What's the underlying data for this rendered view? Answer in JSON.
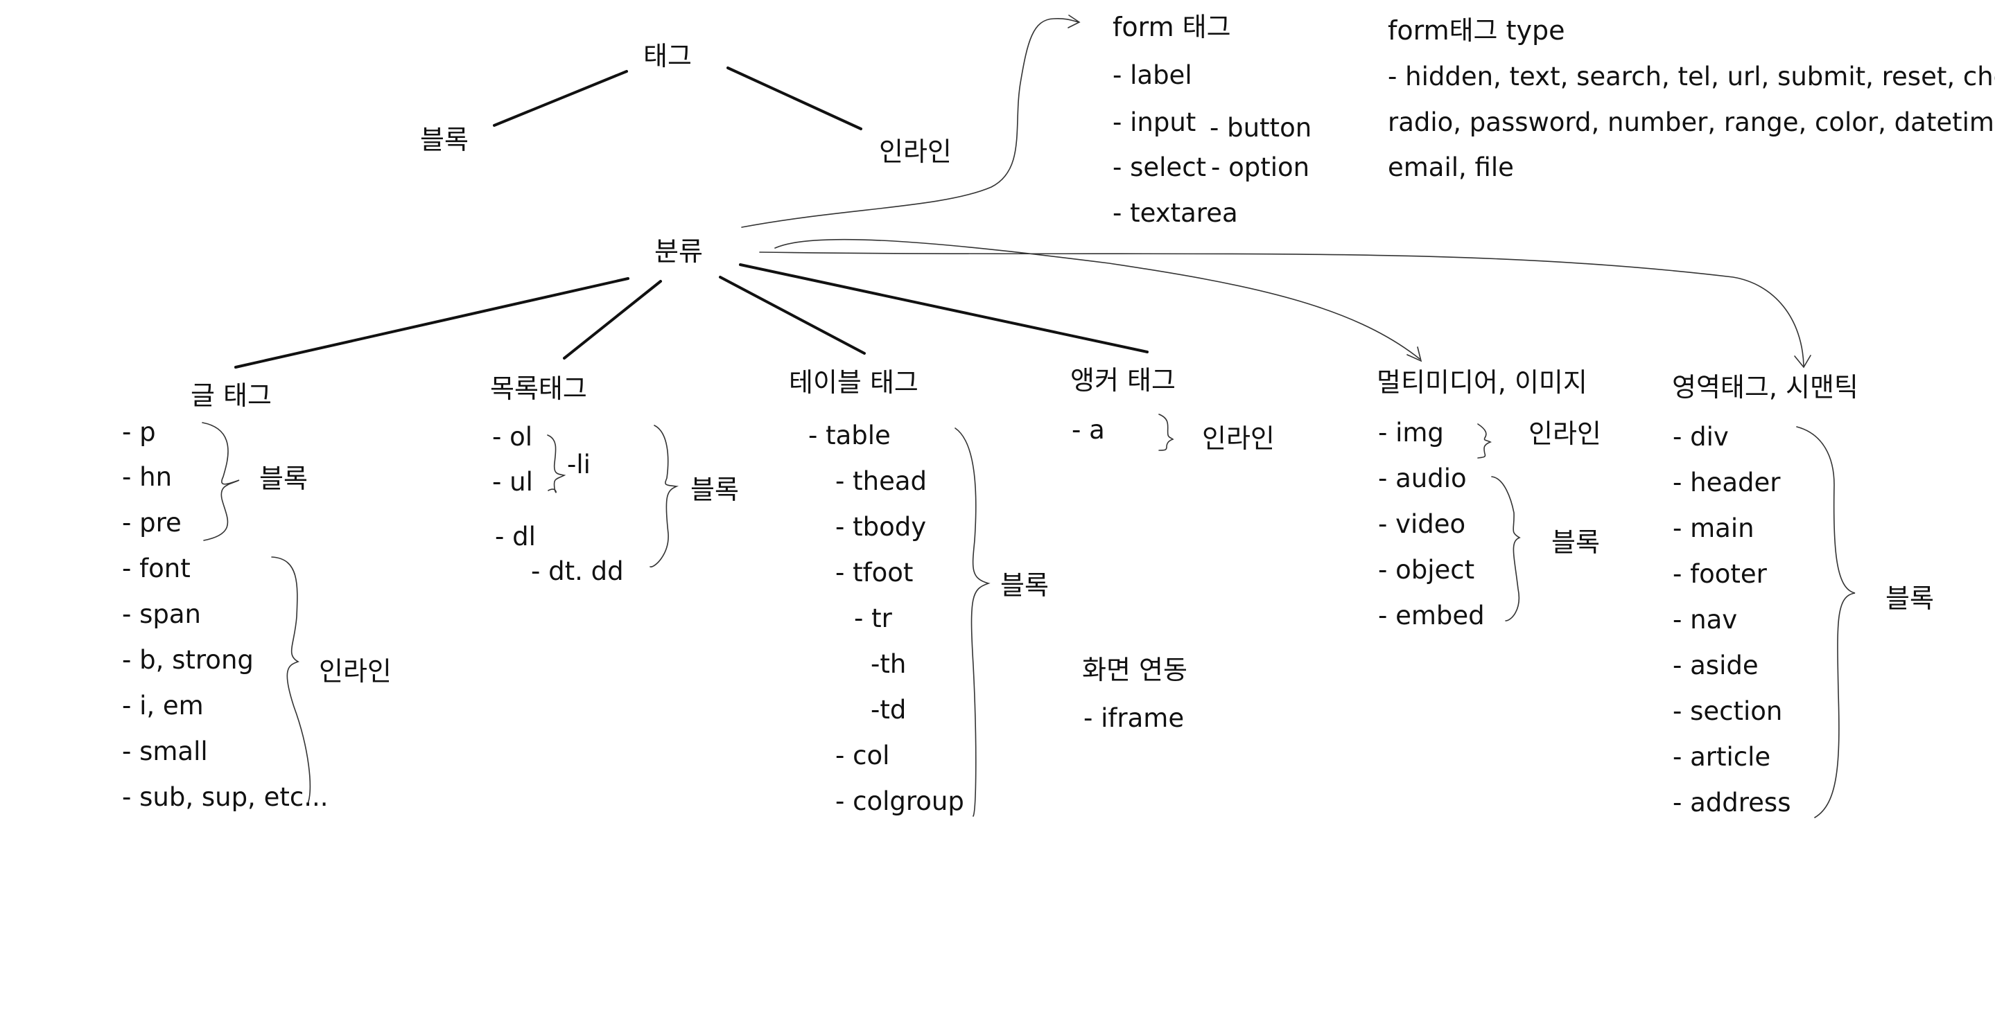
{
  "root": {
    "label": "태그",
    "left": "블록",
    "right": "인라인"
  },
  "classification": "분류",
  "form": {
    "title": "form 태그",
    "items": [
      "- label",
      "- input",
      "- select",
      "- textarea"
    ],
    "button": "- button",
    "option": "- option"
  },
  "form_type": {
    "title": "form태그 type",
    "lines": [
      "- hidden, text, search, tel, url, submit, reset, check,",
      "radio, password, number, range, color, datetime,",
      "email, file"
    ]
  },
  "text_tags": {
    "title": "글 태그",
    "items": [
      "- p",
      "- hn",
      "- pre",
      "- font",
      "- span",
      "- b, strong",
      "- i, em",
      "- small",
      "- sub, sup, etc..."
    ],
    "block": "블록",
    "inline": "인라인"
  },
  "list_tags": {
    "title": "목록태그",
    "ol": "- ol",
    "ul": "- ul",
    "li": "-li",
    "dl": "- dl",
    "dtdd": "- dt. dd",
    "block": "블록"
  },
  "table_tags": {
    "title": "테이블 태그",
    "items": [
      "- table",
      "- thead",
      "- tbody",
      "- tfoot",
      "- tr",
      "-th",
      "-td",
      "- col",
      "- colgroup"
    ],
    "block": "블록"
  },
  "anchor_tags": {
    "title": "앵커 태그",
    "items": [
      "- a"
    ],
    "inline": "인라인"
  },
  "frame": {
    "title": "화면 연동",
    "items": [
      "- iframe"
    ]
  },
  "media_tags": {
    "title": "멀티미디어, 이미지",
    "items": [
      "- img",
      "- audio",
      "- video",
      "- object",
      "- embed"
    ],
    "inline": "인라인",
    "block": "블록"
  },
  "region_tags": {
    "title": "영역태그, 시맨틱",
    "items": [
      "- div",
      "- header",
      "- main",
      "- footer",
      "- nav",
      "- aside",
      "- section",
      "- article",
      "- address"
    ],
    "block": "블록"
  }
}
